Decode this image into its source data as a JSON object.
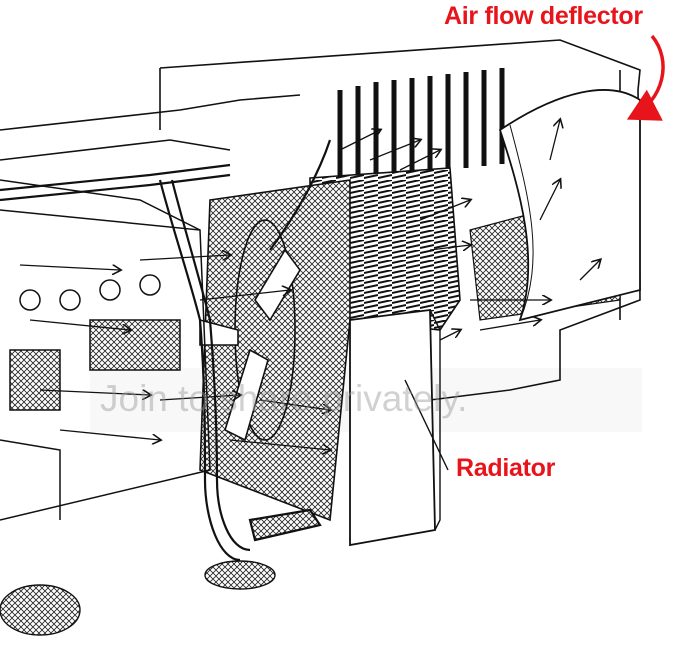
{
  "labels": {
    "air_flow_deflector": "Air flow deflector",
    "radiator": "Radiator"
  },
  "watermark": {
    "text": "Join to share privately."
  },
  "colors": {
    "label": "#e8141b",
    "ink": "#111111",
    "paper": "#ffffff",
    "watermark": "#9a9a9a"
  }
}
